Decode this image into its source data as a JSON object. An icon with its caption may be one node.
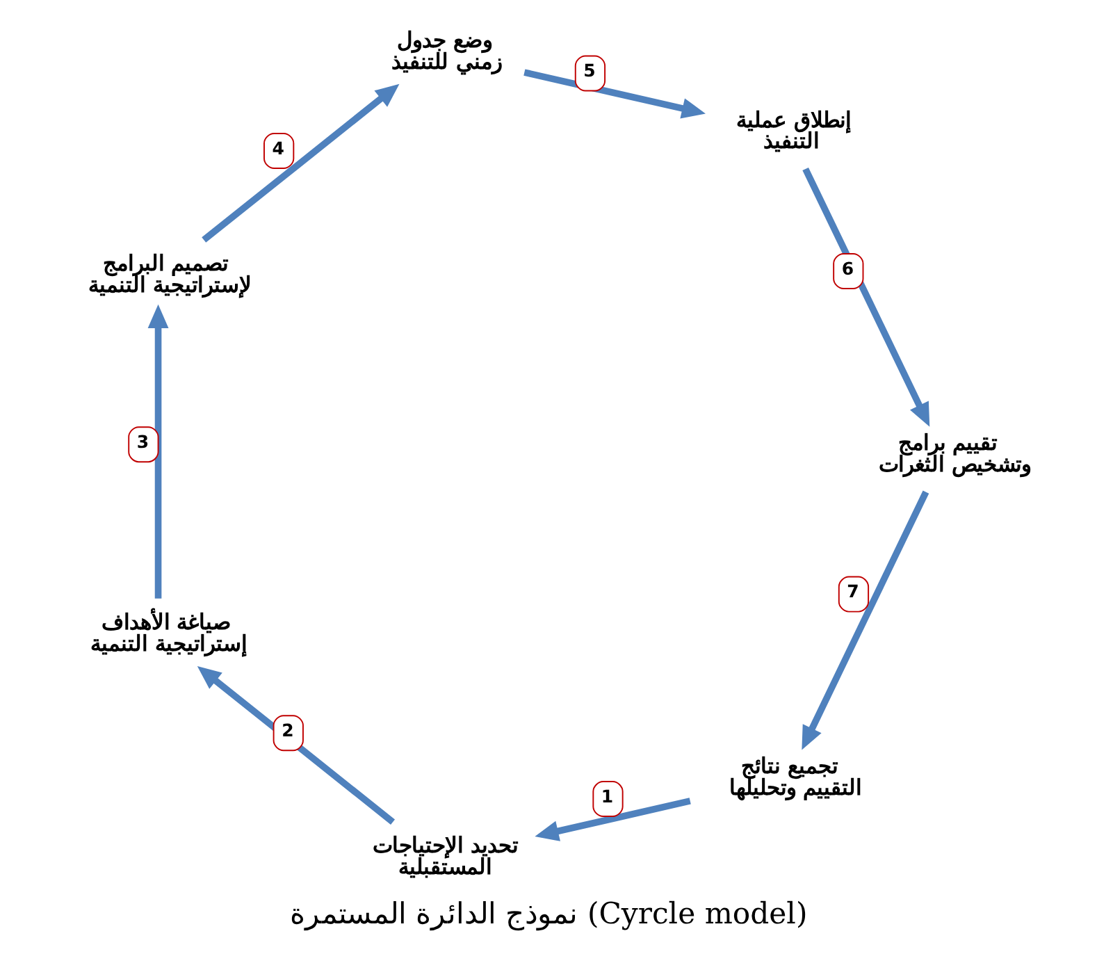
{
  "diagram": {
    "title": "نموذج الدائرة المستمرة (Cyrcle model)",
    "nodes": [
      {
        "text": [
          "تجميع نتائج التقييم وتحليلها"
        ]
      },
      {
        "text": [
          "تحديد الإحتياجات المستقبلية"
        ]
      },
      {
        "text": [
          "صياغة الأهداف إستراتيجية التنمية"
        ]
      },
      {
        "text": [
          "تصميم البرامج لإستراتيجية التنمية"
        ]
      },
      {
        "text": [
          "وضع جدول زمني للتنفيذ"
        ]
      },
      {
        "text": [
          "إنطلاق عملية التنفيذ"
        ]
      },
      {
        "text": [
          "تقييم برامج وتشخيص الثغرات"
        ]
      }
    ],
    "edges": [
      {
        "from": 0,
        "to": 1,
        "arrow": "to",
        "label": "1"
      },
      {
        "from": 1,
        "to": 2,
        "arrow": "to",
        "label": "2"
      },
      {
        "from": 2,
        "to": 3,
        "arrow": "to",
        "label": "3"
      },
      {
        "from": 3,
        "to": 4,
        "arrow": "to",
        "label": "4"
      },
      {
        "from": 4,
        "to": 5,
        "arrow": "to",
        "label": "5"
      },
      {
        "from": 5,
        "to": 6,
        "arrow": "to",
        "label": "6"
      },
      {
        "from": 6,
        "to": 0,
        "arrow": "to",
        "label": "7"
      }
    ]
  }
}
